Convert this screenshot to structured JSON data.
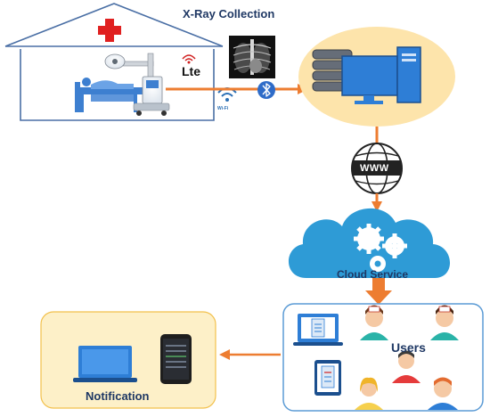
{
  "diagram": {
    "title": "X-Ray Collection",
    "nodes": {
      "hospital": {
        "icon": "hospital-house-icon"
      },
      "xray_image": {
        "icon": "chest-xray-image"
      },
      "lte": {
        "label": "Lte",
        "icon": "lte-signal-icon"
      },
      "wifi": {
        "label": "Wi-Fi",
        "icon": "wifi-icon"
      },
      "bluetooth": {
        "icon": "bluetooth-icon"
      },
      "server": {
        "icon": "server-computer-icon"
      },
      "internet": {
        "label": "WWW",
        "icon": "globe-www-icon"
      },
      "cloud": {
        "label": "Cloud Service",
        "icon": "cloud-gears-icon"
      },
      "users": {
        "label": "Users",
        "icon": "users-group-icon"
      },
      "notification": {
        "label": "Notification",
        "icon": "laptop-phone-icon"
      }
    },
    "colors": {
      "arrow": "#ed7d31",
      "server_bg": "#fde4ab",
      "notification_bg": "#fdf0c8",
      "notification_border": "#f2c04c",
      "users_border": "#5b9bd5",
      "cloud": "#2e9bd6",
      "label": "#1f3864",
      "hospital_line": "#4a6fa5",
      "red_cross": "#e02020"
    }
  }
}
